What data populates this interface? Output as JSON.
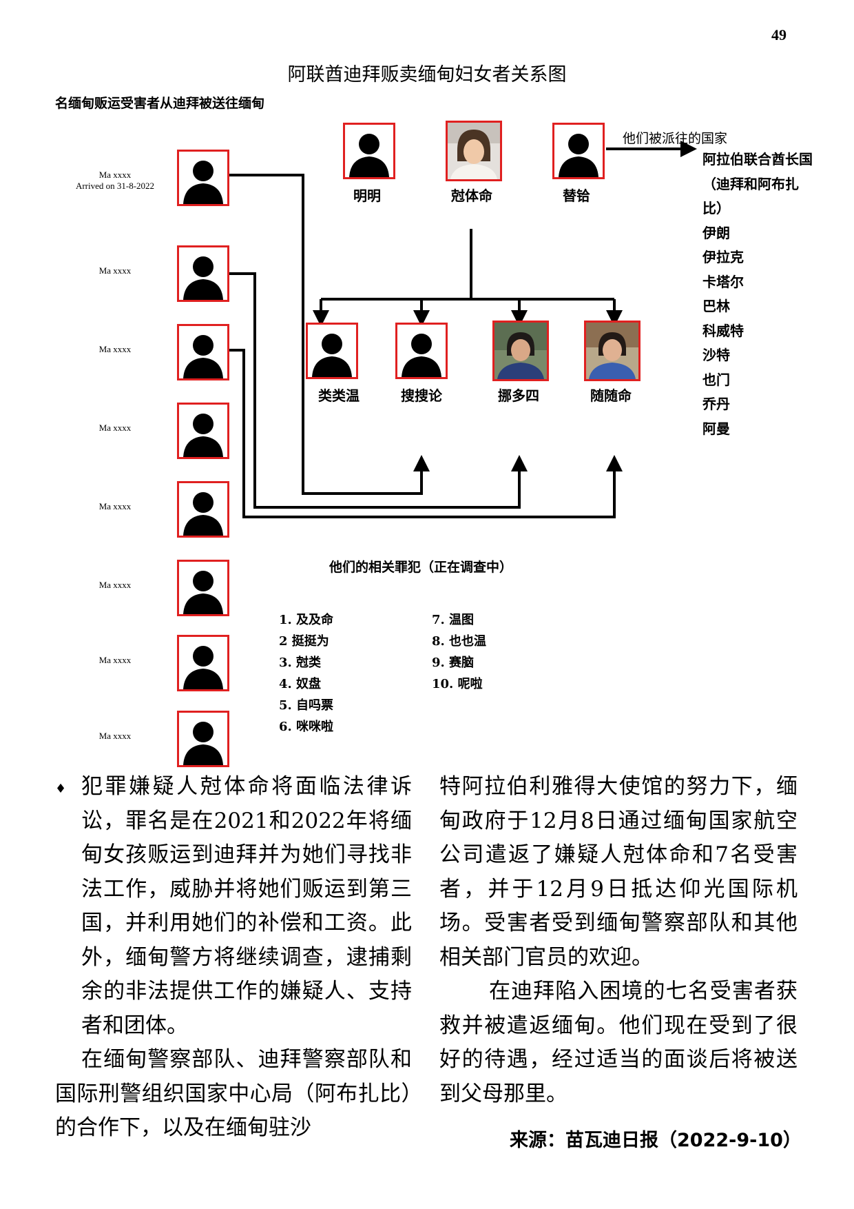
{
  "page_number": "49",
  "title": "阿联酋迪拜贩卖缅甸妇女者关系图",
  "intro": "名缅甸贩运受害者从迪拜被送往缅甸",
  "victims": [
    {
      "name": "Ma xxxx",
      "note": "Arrived on 31-8-2022"
    },
    {
      "name": "Ma xxxx"
    },
    {
      "name": "Ma xxxx"
    },
    {
      "name": "Ma xxxx"
    },
    {
      "name": "Ma xxxx"
    },
    {
      "name": "Ma xxxx"
    },
    {
      "name": "Ma xxxx"
    },
    {
      "name": "Ma xxxx"
    }
  ],
  "top_people": [
    "明明",
    "尅体命",
    "替铪"
  ],
  "middle_people": [
    "类类温",
    "搜搜论",
    "挪多四",
    "随随命"
  ],
  "sent_label": "他们被派往的国家",
  "countries": [
    "阿拉伯联合酋长国",
    "（迪拜和阿布扎比）",
    "伊朗",
    "伊拉克",
    "卡塔尔",
    "巴林",
    "科威特",
    "沙特",
    "也门",
    "乔丹",
    "阿曼"
  ],
  "related_title": "他们的相关罪犯（正在调查中）",
  "suspects_col1": [
    "1. 及及命",
    "2 挺挺为",
    "3. 尅类",
    "4. 奴盘",
    "5. 自吗票",
    "6. 咪咪啦"
  ],
  "suspects_col2": [
    "7. 温图",
    "8. 也也温",
    "9. 赛脑",
    "10. 呢啦"
  ],
  "body_left": {
    "bullet": "♦",
    "p1": "犯罪嫌疑人尅体命将面临法律诉讼，罪名是在2021和2022年将缅甸女孩贩运到迪拜并为她们寻找非法工作，威胁并将她们贩运到第三国，并利用她们的补偿和工资。此外，缅甸警方将继续调查，逮捕剩余的非法提供工作的嫌疑人、支持者和团体。",
    "p2": "在缅甸警察部队、迪拜警察部队和国际刑警组织国家中心局（阿布扎比）的合作下，以及在缅甸驻沙"
  },
  "body_right": {
    "p1": "特阿拉伯利雅得大使馆的努力下，缅甸政府于12月8日通过缅甸国家航空公司遣返了嫌疑人尅体命和7名受害者，并于12月9日抵达仰光国际机场。受害者受到缅甸警察部队和其他相关部门官员的欢迎。",
    "p2": "在迪拜陷入困境的七名受害者获救并被遣返缅甸。他们现在受到了很好的待遇，经过适当的面谈后将被送到父母那里。"
  },
  "source": "来源：苗瓦迪日报（2022-9-10）",
  "colors": {
    "frame": "#e02020",
    "line": "#000000"
  }
}
